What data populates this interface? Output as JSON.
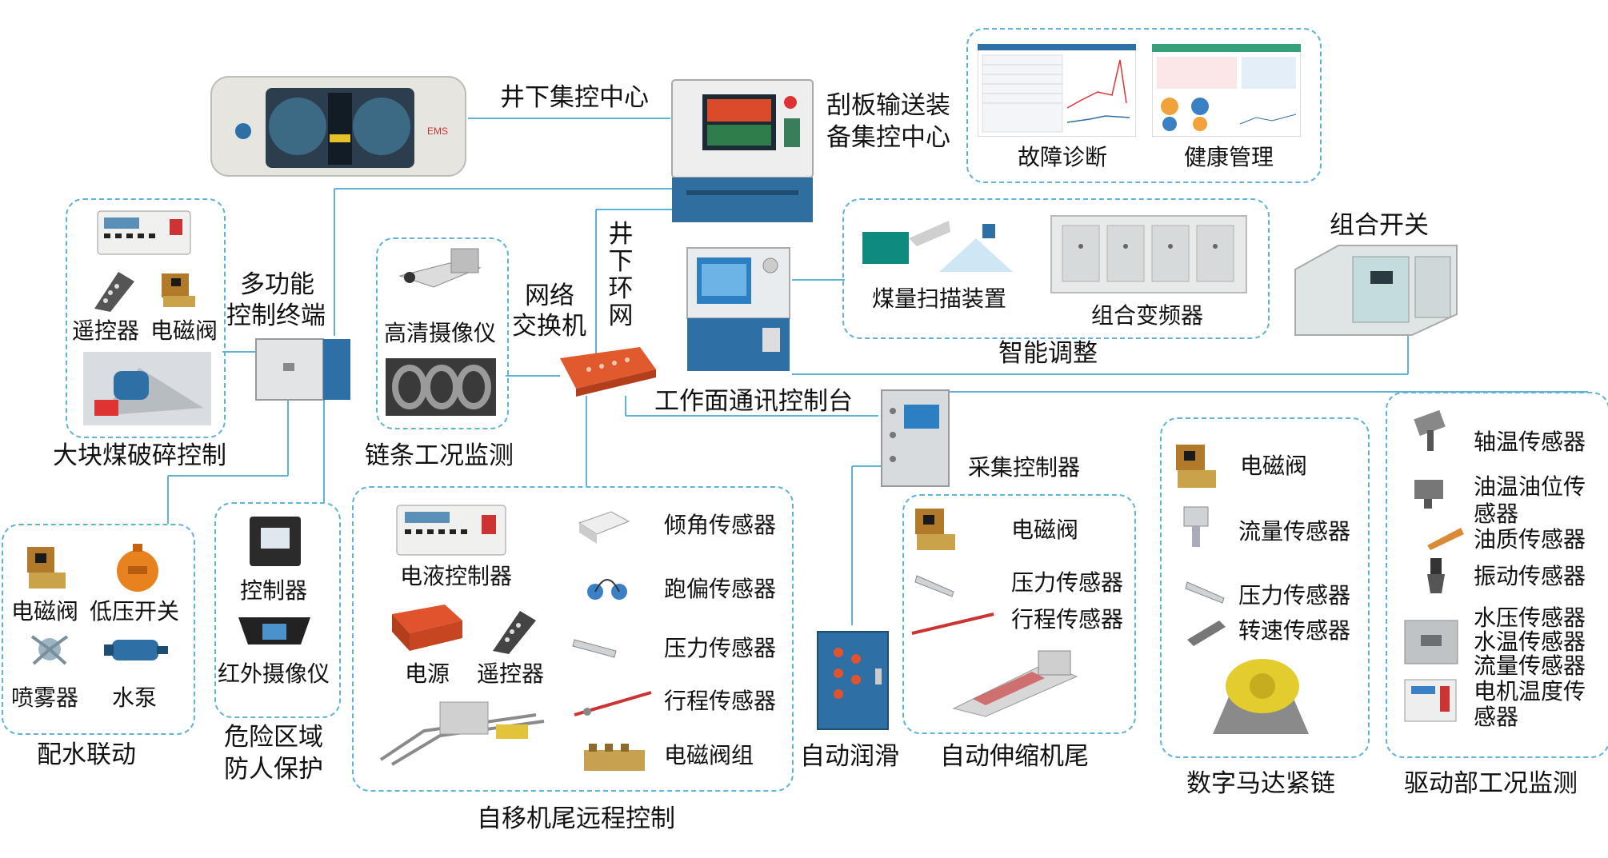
{
  "title": {
    "center_underground": "井下集控中心",
    "scraper_center_l1": "刮板输送装",
    "scraper_center_l2": "备集控中心",
    "ring_net": [
      "井",
      "下",
      "环",
      "网"
    ],
    "switch_l1": "网络",
    "switch_l2": "交换机",
    "console": "工作面通讯控制台",
    "multi_l1": "多功能",
    "multi_l2": "控制终端"
  },
  "health": {
    "fault": "故障诊断",
    "health": "健康管理"
  },
  "smart": {
    "scan": "煤量扫描装置",
    "vfd": "组合变频器",
    "group": "智能调整",
    "combo_switch": "组合开关"
  },
  "crusher": {
    "remote": "遥控器",
    "valve": "电磁阀",
    "group": "大块煤破碎控制"
  },
  "chain": {
    "camera": "高清摄像仪",
    "group": "链条工况监测"
  },
  "water": {
    "valve": "电磁阀",
    "low_switch": "低压开关",
    "sprayer": "喷雾器",
    "pump": "水泵",
    "group": "配水联动"
  },
  "danger": {
    "controller": "控制器",
    "ir_camera": "红外摄像仪",
    "group_l1": "危险区域",
    "group_l2": "防人保护"
  },
  "tail": {
    "ehc": "电液控制器",
    "power": "电源",
    "remote": "遥控器",
    "tilt": "倾角传感器",
    "deviation": "跑偏传感器",
    "pressure": "压力传感器",
    "stroke": "行程传感器",
    "valve_group": "电磁阀组",
    "group": "自移机尾远程控制"
  },
  "acq": {
    "label": "采集控制器"
  },
  "lube": {
    "group": "自动润滑"
  },
  "retract": {
    "valve": "电磁阀",
    "pressure": "压力传感器",
    "stroke": "行程传感器",
    "group": "自动伸缩机尾"
  },
  "motor": {
    "valve": "电磁阀",
    "flow": "流量传感器",
    "pressure": "压力传感器",
    "speed": "转速传感器",
    "group": "数字马达紧链"
  },
  "drive": {
    "shaft_temp": "轴温传感器",
    "oil_temp_l1": "油温油位传",
    "oil_temp_l2": "感器",
    "oil_quality": "油质传感器",
    "vibration": "振动传感器",
    "water_pressure": "水压传感器",
    "water_temp": "水温传感器",
    "flow": "流量传感器",
    "motor_temp_l1": "电机温度传",
    "motor_temp_l2": "感器",
    "group": "驱动部工况监测"
  },
  "colors": {
    "line": "#5fb3d6",
    "dash": "#5fb3d6",
    "panel": "#e9eaec",
    "blue": "#2e6fa6",
    "orange": "#e0532c"
  }
}
